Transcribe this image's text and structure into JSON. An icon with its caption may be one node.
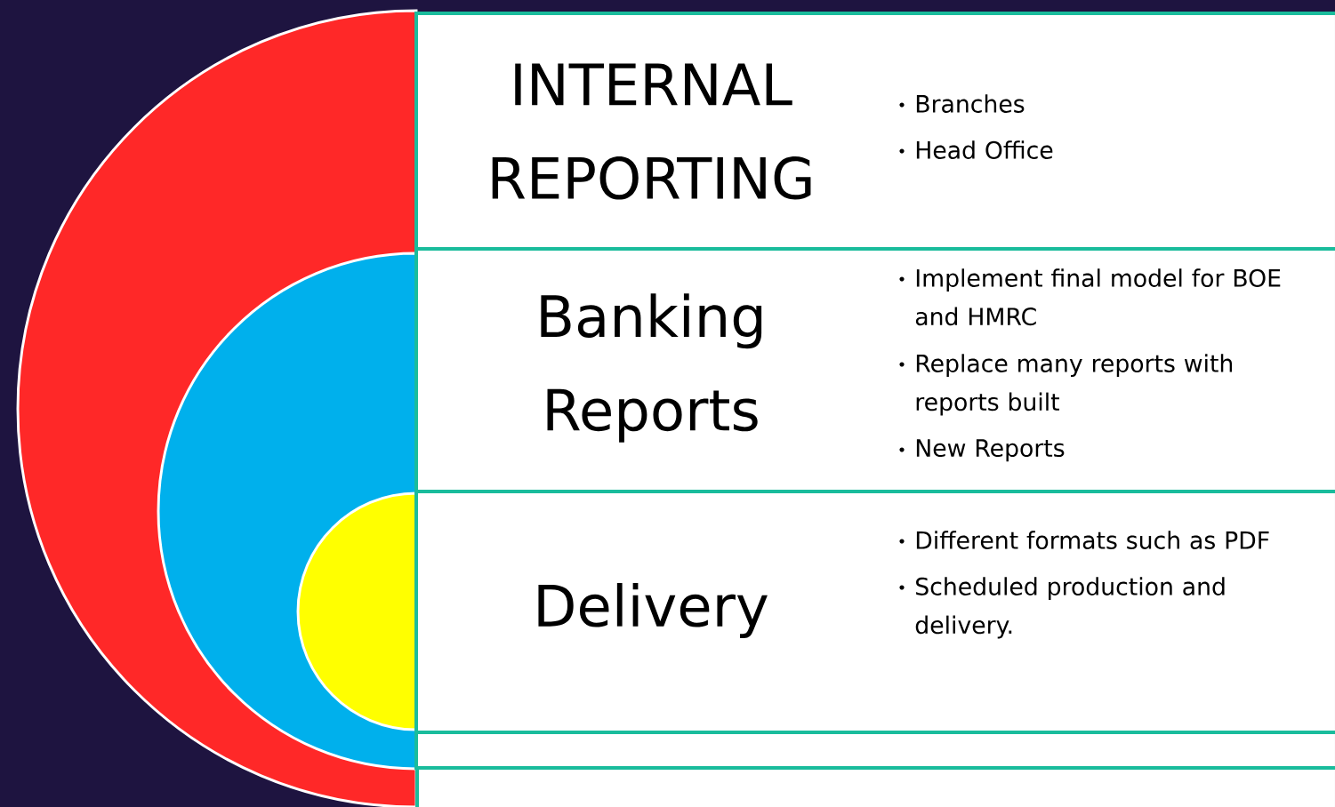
{
  "diagram": {
    "nodes": [
      {
        "text": [
          "INTERNAL REPORTING",
          "Branches",
          "Head Office"
        ]
      },
      {
        "text": [
          "Banking Reports",
          "Implement final model for BOE and HMRC",
          "Replace many reports with reports built",
          "New Reports"
        ]
      },
      {
        "text": [
          "Delivery",
          "Different formats such as PDF",
          "Scheduled production and delivery."
        ]
      },
      {
        "text": [],
        "shape": "box"
      }
    ]
  }
}
